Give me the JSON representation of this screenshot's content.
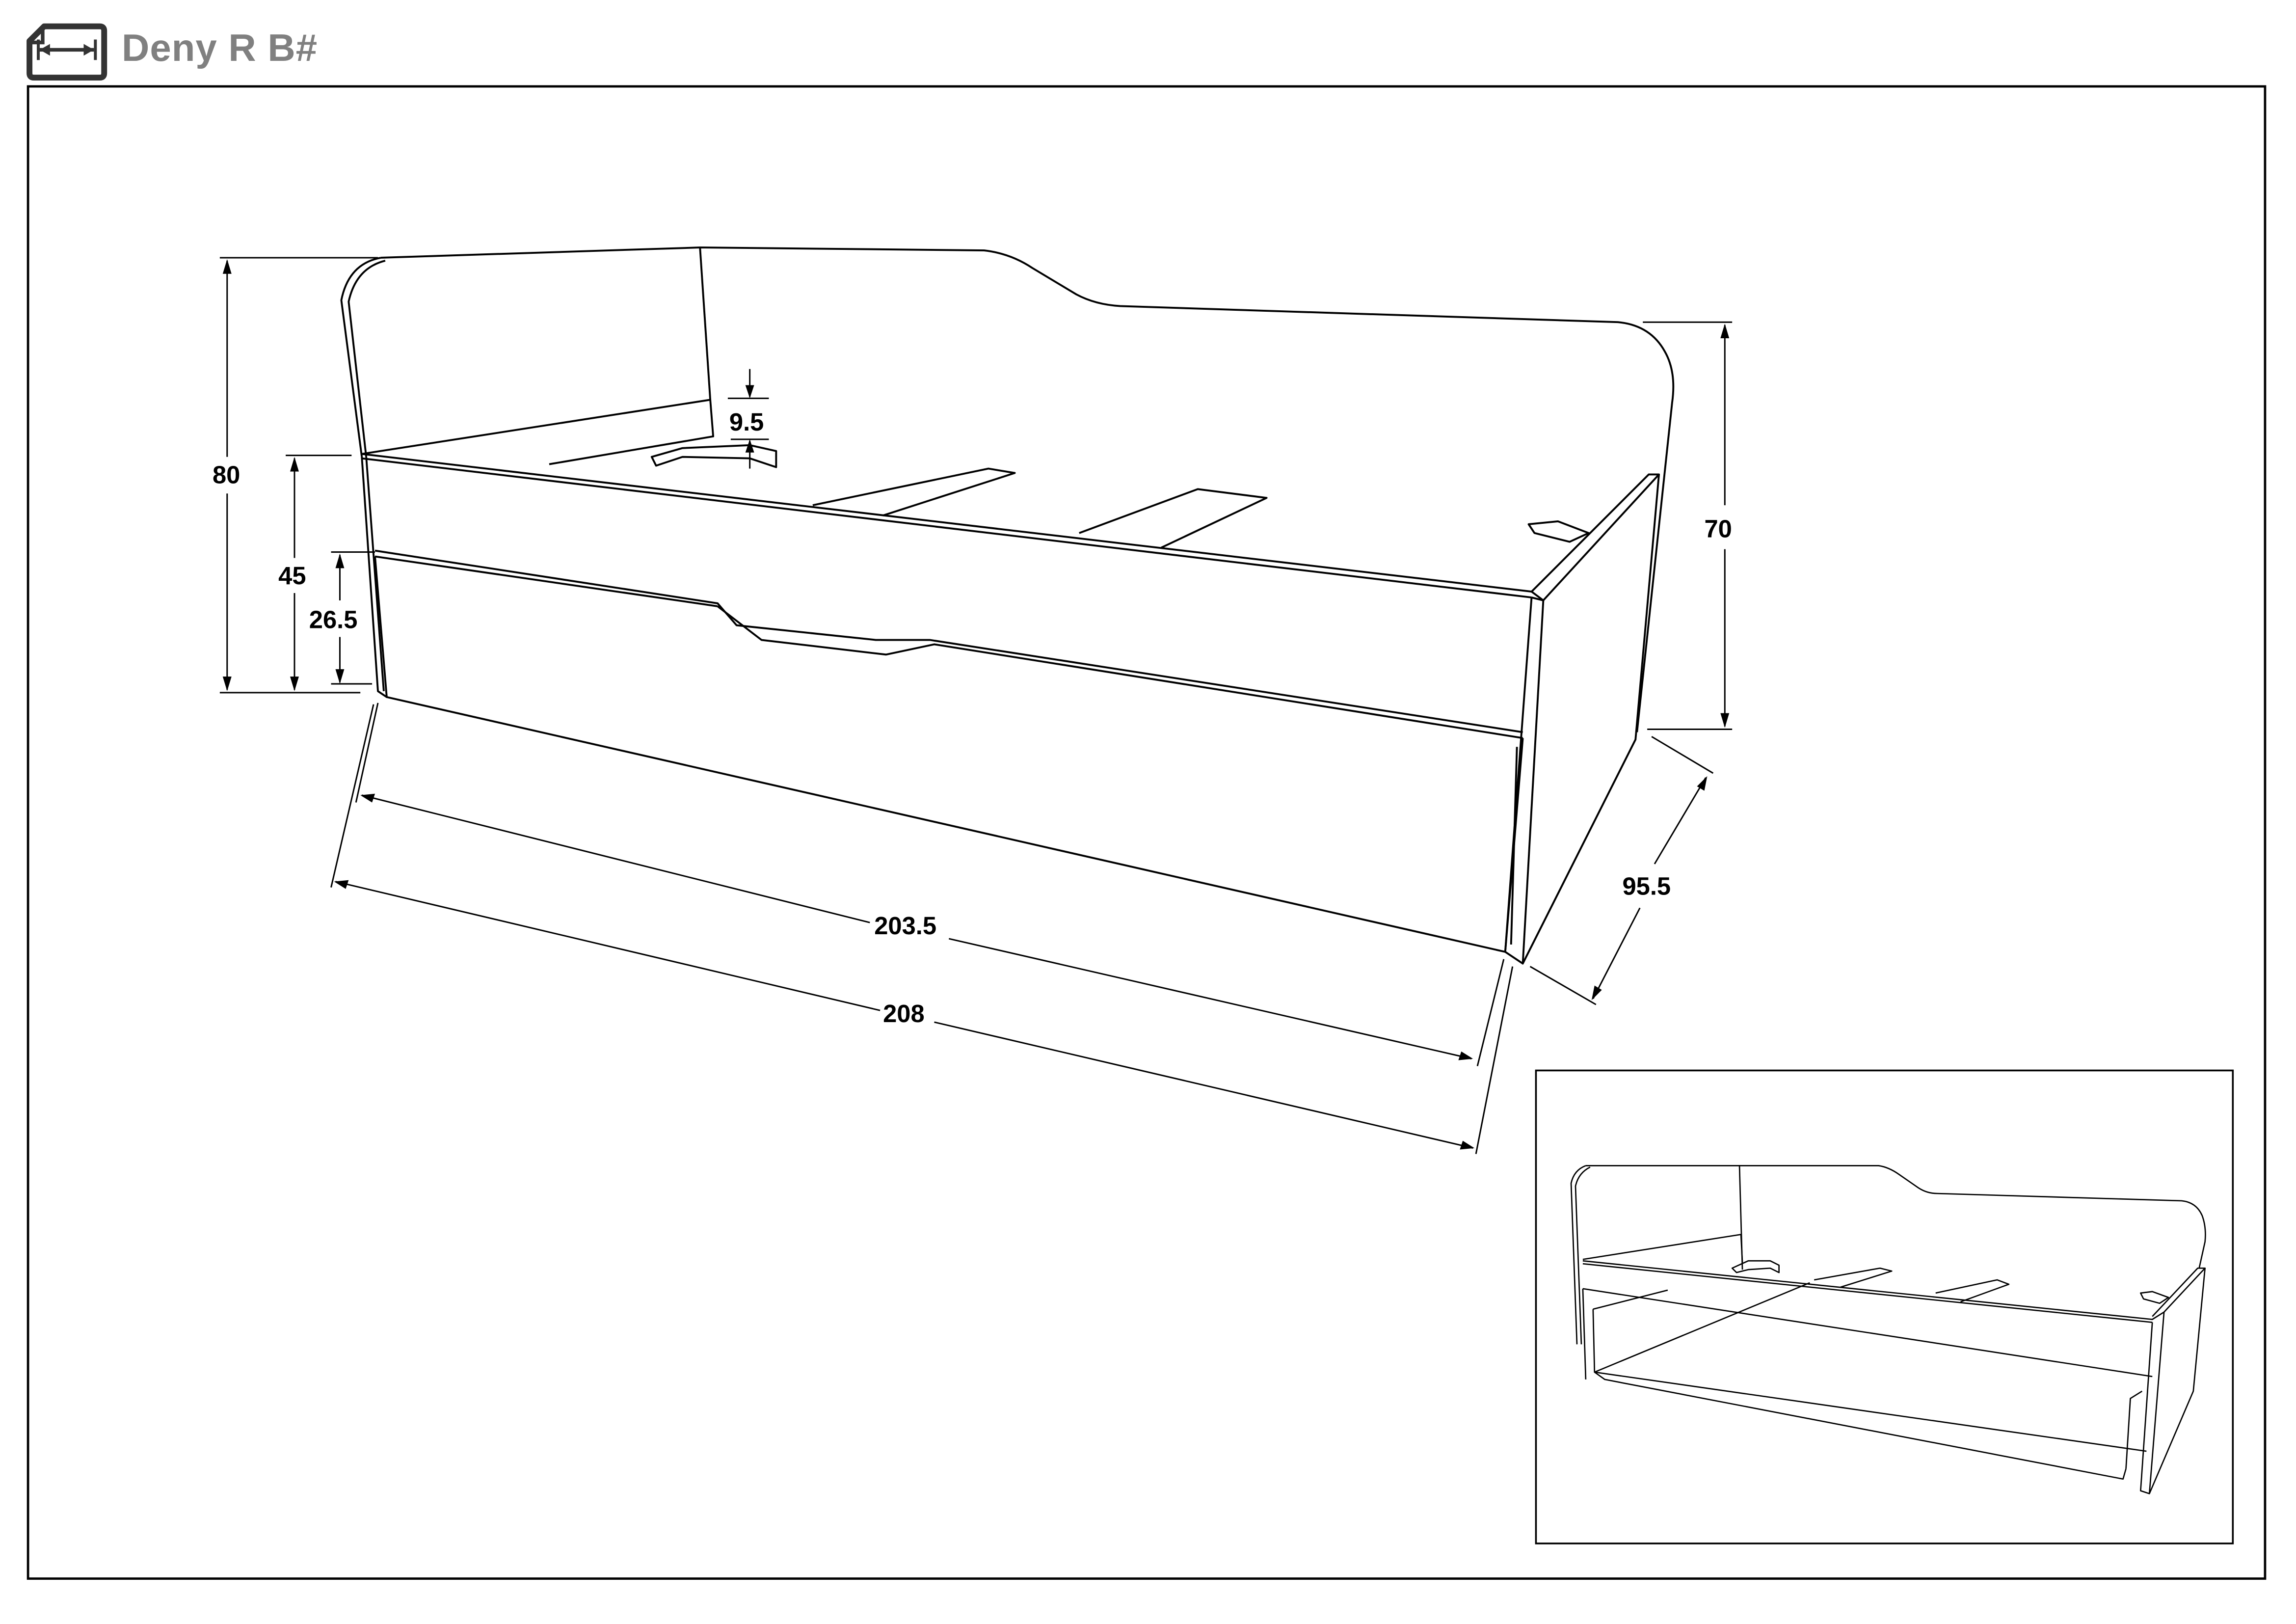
{
  "header": {
    "title": "Deny R B#",
    "icon": "dimensions-document-icon",
    "title_color": "#808080"
  },
  "drawing": {
    "subject": "Day bed with pull-out drawer",
    "units": "cm",
    "dimensions": {
      "total_height": "80",
      "bed_height": "45",
      "drawer_height": "26.5",
      "rail_height": "9.5",
      "side_height": "70",
      "depth": "95.5",
      "inner_length": "203.5",
      "total_length": "208"
    }
  },
  "inset": {
    "description": "Perspective view with drawer removed"
  }
}
